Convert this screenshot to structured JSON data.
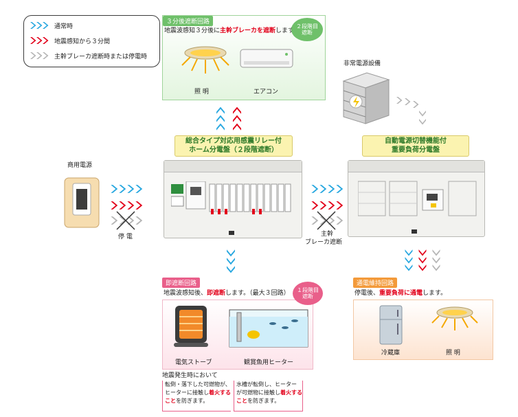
{
  "legend": {
    "normal": "通常時",
    "after_quake_3min": "地震感知から３分間",
    "breaker_off": "主幹ブレーカ遮断時または停電時"
  },
  "colors": {
    "blue": "#29a8e0",
    "red": "#e2001a",
    "gray": "#b5b5b5",
    "green": "#6fc06a",
    "pink": "#e95f8a",
    "orange": "#f39a3a"
  },
  "delayed_circuit": {
    "header": "３分後遮断回路",
    "desc_pre": "地震波感知３分後に",
    "desc_red": "主幹ブレーカを遮断",
    "desc_post": "します。",
    "badge": "２段階目 遮断",
    "items": [
      "照 明",
      "エアコン"
    ]
  },
  "emergency_power": {
    "label": "非常電源設備"
  },
  "main_panel": {
    "title_line1": "総合タイプ対応用感震リレー付",
    "title_line2": "ホーム分電盤（２段階遮断）"
  },
  "auto_panel": {
    "title_line1": "自動電源切替機能付",
    "title_line2": "重要負荷分電盤"
  },
  "commercial_power": {
    "label": "商用電源",
    "outage": "停 電"
  },
  "main_breaker_off": {
    "line1": "主幹",
    "line2": "ブレーカ遮断"
  },
  "instant_circuit": {
    "header": "即遮断回路",
    "desc_pre": "地震波感知後、",
    "desc_red": "即遮断",
    "desc_post": "します。（最大３回路）",
    "badge": "１段階目 遮断",
    "items": [
      "電気ストーブ",
      "観賞魚用ヒーター"
    ]
  },
  "power_keep_circuit": {
    "header": "通電維持回路",
    "desc_pre": "停電後、",
    "desc_red": "重要負荷に通電",
    "desc_post": "します。",
    "items": [
      "冷蔵庫",
      "照 明"
    ]
  },
  "quake_note": {
    "title": "地震発生時において",
    "note1_line1": "転倒・落下した可燃物が、",
    "note1_line2_pre": "ヒーターに接触し",
    "note1_line2_red": "着火する",
    "note1_line3_red": "こと",
    "note1_line3_post": "を防ぎます。",
    "note2_line1": "水槽が転倒し、ヒーター",
    "note2_line2_pre": "が可燃物に接触し",
    "note2_line2_red": "着火する",
    "note2_line3_red": "こと",
    "note2_line3_post": "を防ぎます。"
  }
}
